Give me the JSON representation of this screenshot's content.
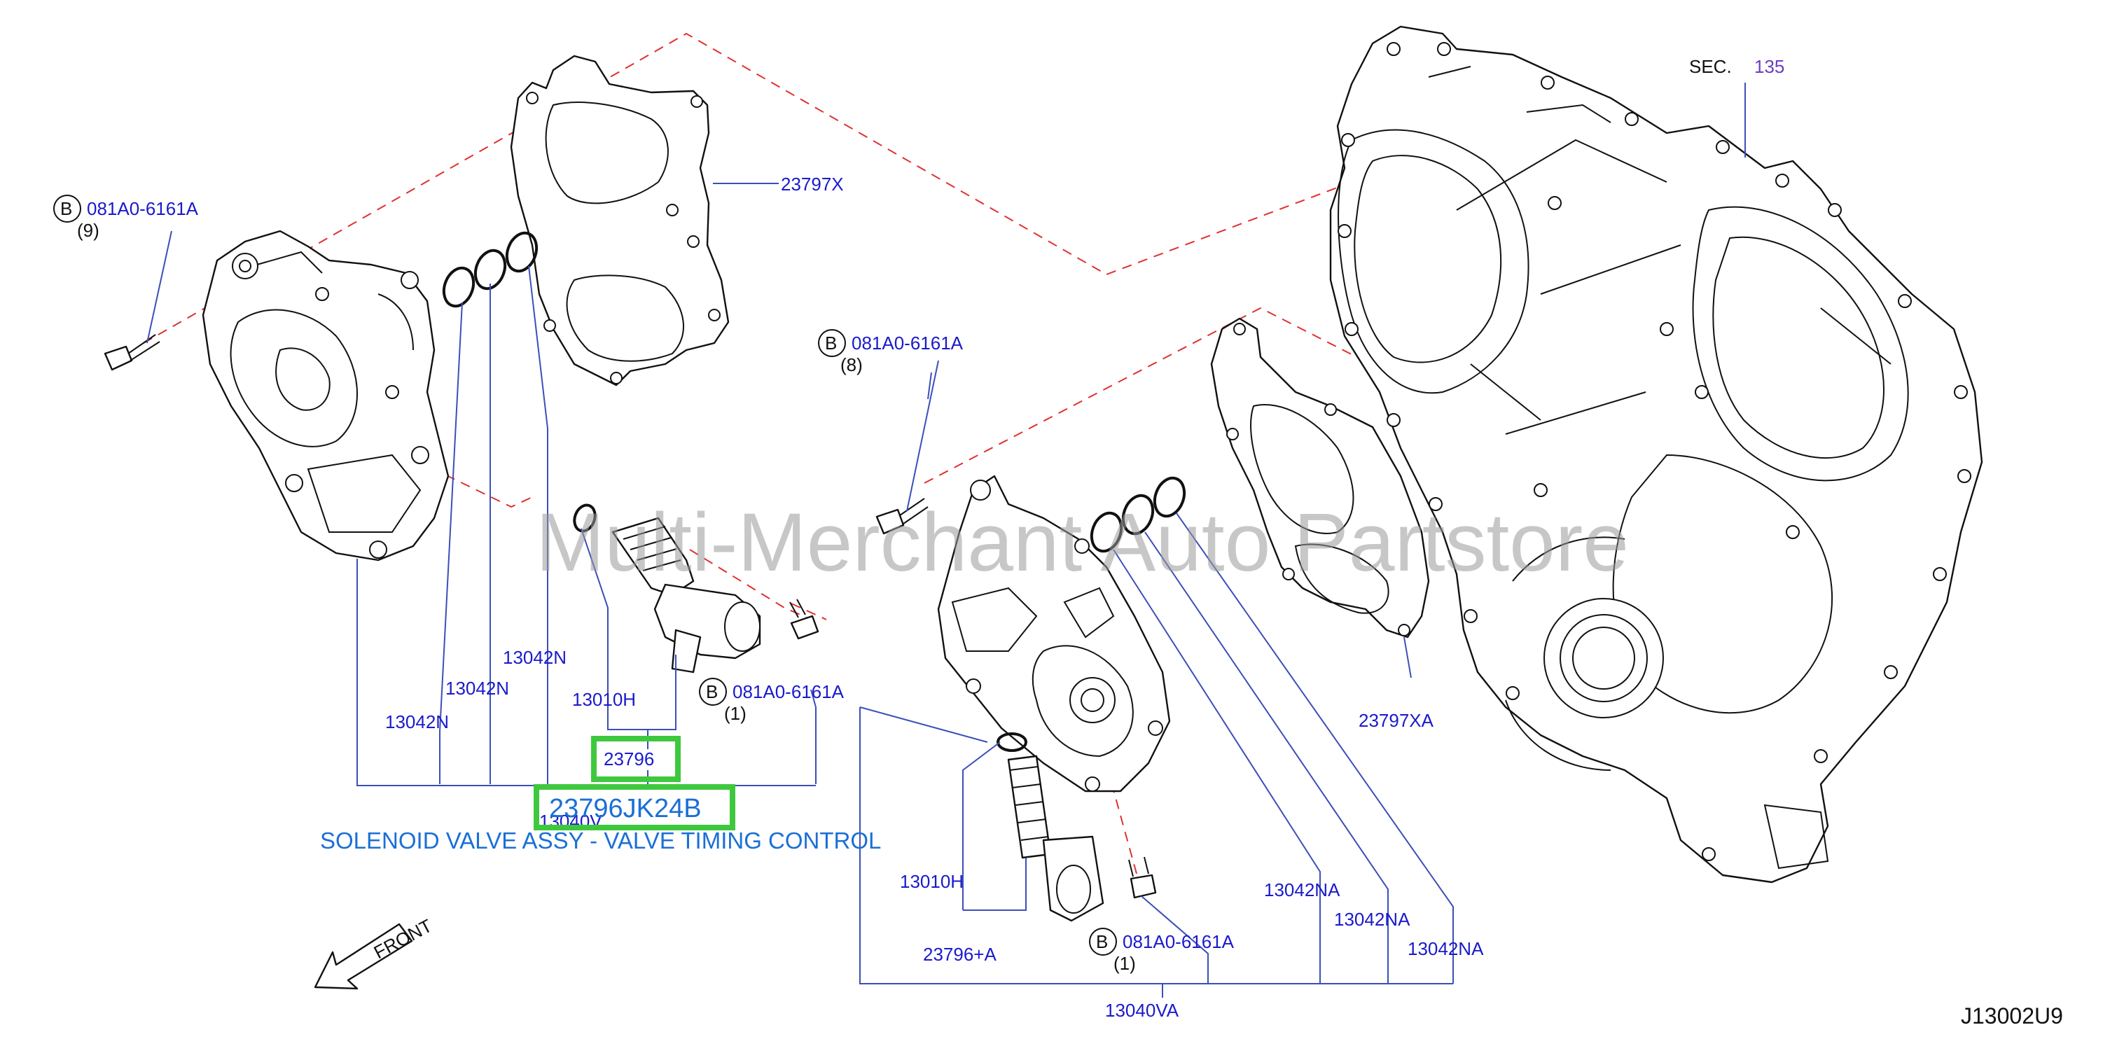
{
  "watermark": "Multi-Merchant Auto Partstore",
  "section_ref": {
    "prefix": "SEC.",
    "number": "135"
  },
  "drawing_id": "J13002U9",
  "caption": "SOLENOID VALVE ASSY - VALVE TIMING CONTROL",
  "front_label": "FRONT",
  "highlight": {
    "part": "23796",
    "part_number": "23796JK24B"
  },
  "left_assembly": {
    "bolt_top": {
      "marker": "B",
      "number": "081A0-6161A",
      "qty": "(9)"
    },
    "bolt_solenoid": {
      "marker": "B",
      "number": "081A0-6161A",
      "qty": "(1)"
    },
    "gasket": "23797X",
    "oring_1": "13042N",
    "oring_2": "13042N",
    "oring_3": "13042N",
    "oring_small": "13010H",
    "assembly": "13040V"
  },
  "right_assembly": {
    "bolt_top": {
      "marker": "B",
      "number": "081A0-6161A",
      "qty": "(8)"
    },
    "bolt_solenoid": {
      "marker": "B",
      "number": "081A0-6161A",
      "qty": "(1)"
    },
    "gasket": "23797XA",
    "oring_1": "13042NA",
    "oring_2": "13042NA",
    "oring_3": "13042NA",
    "oring_small": "13010H",
    "solenoid": "23796+A",
    "assembly": "13040VA"
  }
}
